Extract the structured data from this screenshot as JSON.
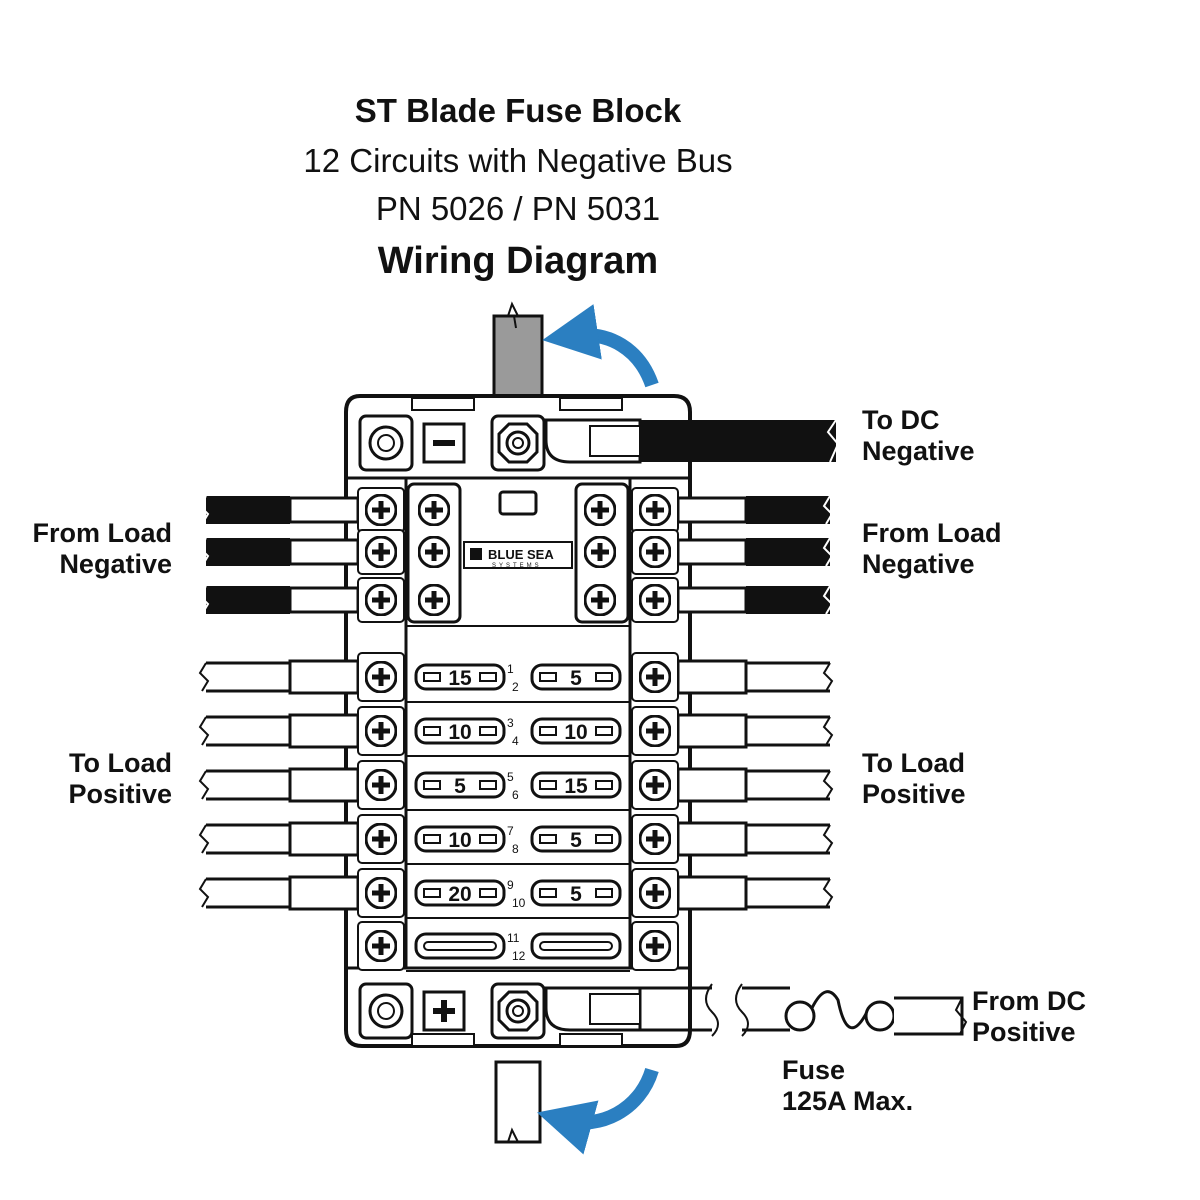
{
  "header": {
    "title": "ST Blade Fuse Block",
    "subtitle": "12 Circuits with Negative Bus",
    "part_numbers": "PN 5026 / PN 5031",
    "heading": "Wiring Diagram"
  },
  "labels": {
    "to_dc_negative": [
      "To DC",
      "Negative"
    ],
    "from_load_negative_left": [
      "From Load",
      "Negative"
    ],
    "from_load_negative_right": [
      "From Load",
      "Negative"
    ],
    "to_load_positive_left": [
      "To Load",
      "Positive"
    ],
    "to_load_positive_right": [
      "To Load",
      "Positive"
    ],
    "from_dc_positive": [
      "From DC",
      "Positive"
    ],
    "inline_fuse": [
      "Fuse",
      "125A Max."
    ]
  },
  "brand": {
    "text": "BLUE SEA",
    "subtext": "SYSTEMS"
  },
  "fuse_rows": [
    {
      "left": {
        "circuit": "1",
        "rating": "15"
      },
      "right": {
        "circuit": "2",
        "rating": "5"
      }
    },
    {
      "left": {
        "circuit": "3",
        "rating": "10"
      },
      "right": {
        "circuit": "4",
        "rating": "10"
      }
    },
    {
      "left": {
        "circuit": "5",
        "rating": "5"
      },
      "right": {
        "circuit": "6",
        "rating": "15"
      }
    },
    {
      "left": {
        "circuit": "7",
        "rating": "10"
      },
      "right": {
        "circuit": "8",
        "rating": "5"
      }
    },
    {
      "left": {
        "circuit": "9",
        "rating": "20"
      },
      "right": {
        "circuit": "10",
        "rating": "5"
      }
    },
    {
      "left": {
        "circuit": "11",
        "rating": ""
      },
      "right": {
        "circuit": "12",
        "rating": ""
      }
    }
  ],
  "colors": {
    "arrow": "#2b7fc1",
    "ink": "#111111",
    "wire_negative": "#111111",
    "wire_positive": "#ffffff"
  }
}
